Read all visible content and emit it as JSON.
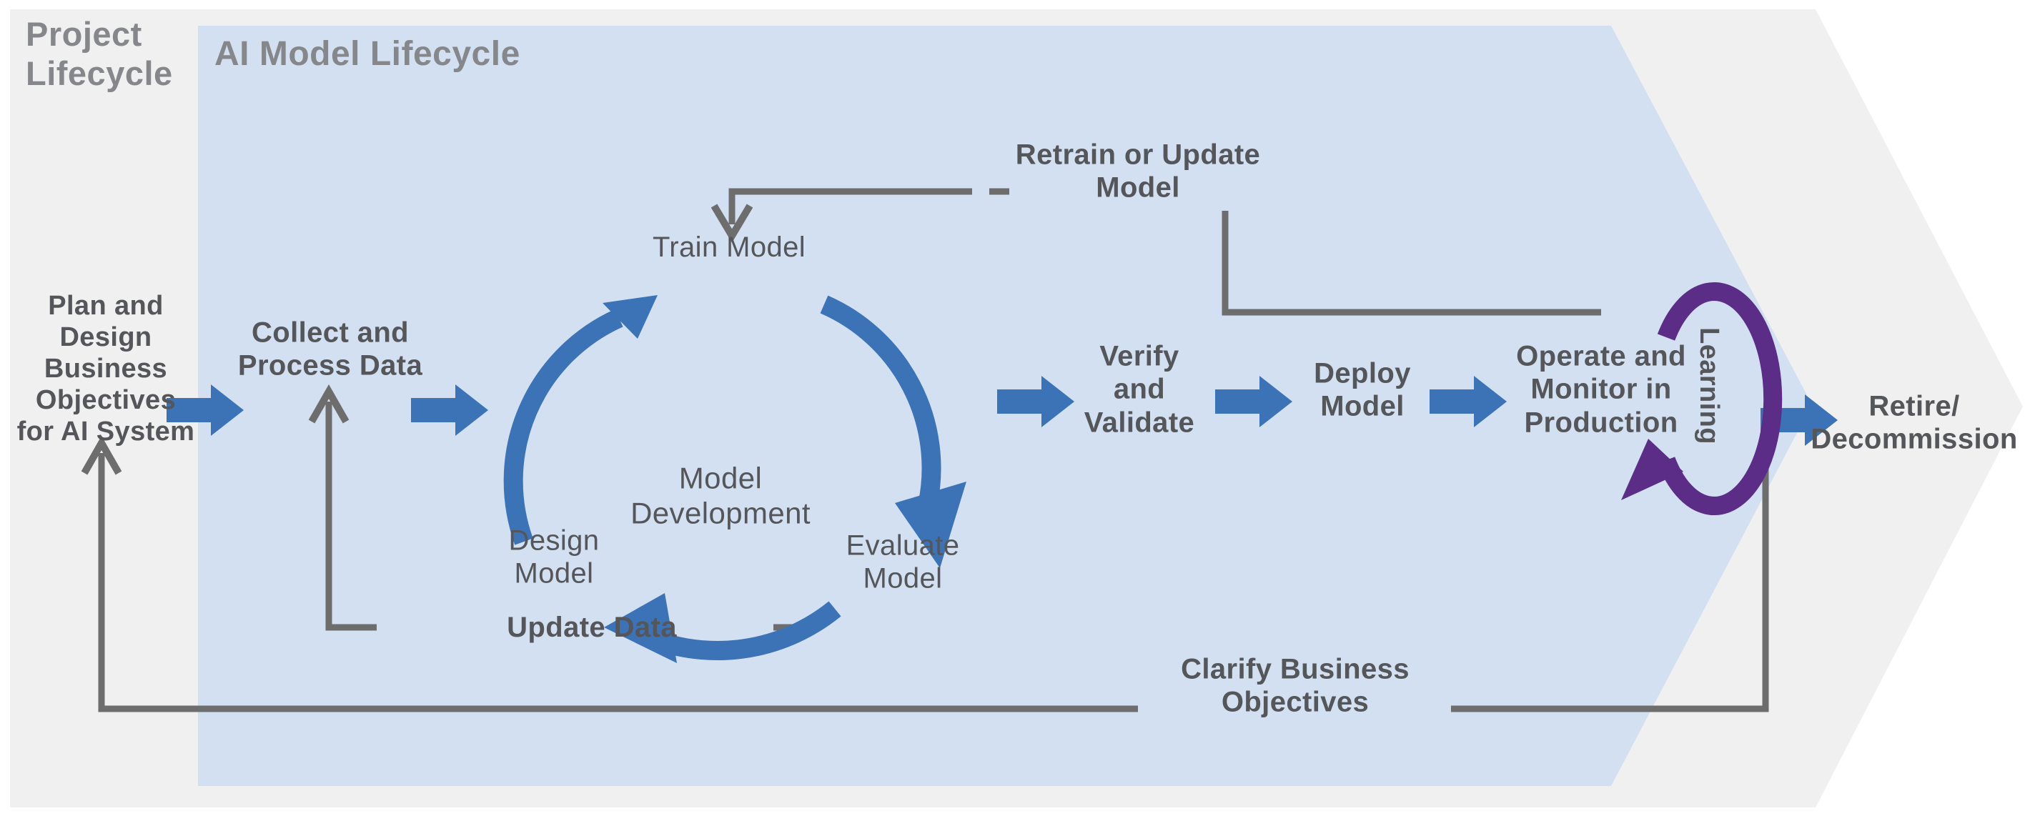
{
  "titles": {
    "project": "Project\nLifecycle",
    "ai_model": "AI Model Lifecycle"
  },
  "stages": {
    "plan": "Plan and\nDesign\nBusiness\nObjectives\nfor AI System",
    "collect": "Collect and\nProcess Data",
    "verify": "Verify\nand\nValidate",
    "deploy": "Deploy\nModel",
    "operate": "Operate and\nMonitor in\nProduction",
    "retire": "Retire/\nDecommission"
  },
  "cycle": {
    "title": "Model\nDevelopment",
    "train": "Train Model",
    "design": "Design\nModel",
    "evaluate": "Evaluate\nModel"
  },
  "feedback": {
    "retrain": "Retrain or Update\nModel",
    "update_data": "Update Data",
    "clarify": "Clarify Business\nObjectives",
    "learning": "Learning"
  },
  "colors": {
    "background": "#ffffff",
    "outer_fill": "#f0f0f1",
    "inner_fill": "#d2e0f2",
    "arrow_blue": "#3b73b6",
    "line_gray": "#6d6d6d",
    "text_dark": "#55565a",
    "title_gray": "#85878a",
    "purple": "#5b2d87"
  }
}
